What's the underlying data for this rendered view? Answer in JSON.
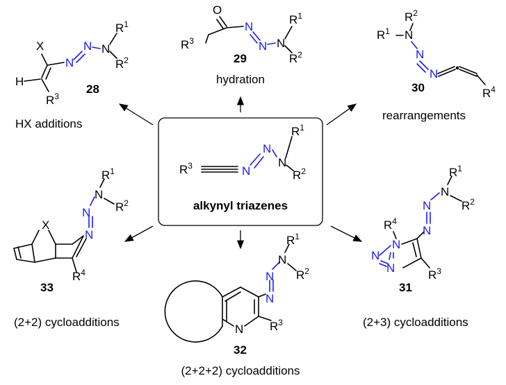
{
  "center": {
    "title": "alkynyl triazenes",
    "r1": "R",
    "r1_sup": "1",
    "r2": "R",
    "r2_sup": "2",
    "r3": "R",
    "r3_sup": "3"
  },
  "atoms": {
    "N": "N",
    "O": "O",
    "X": "X",
    "H": "H"
  },
  "c28": {
    "number": "28",
    "caption": "HX additions"
  },
  "c29": {
    "number": "29",
    "caption": "hydration"
  },
  "c30": {
    "number": "30",
    "caption": "rearrangements",
    "r4_sup": "4"
  },
  "c31": {
    "number": "31",
    "caption": "(2+3) cycloadditions",
    "r4_sup": "4"
  },
  "c32": {
    "number": "32",
    "caption": "(2+2+2) cycloadditions"
  },
  "c33": {
    "number": "33",
    "caption": "(2+2) cycloadditions",
    "r4_sup": "4"
  },
  "colors": {
    "nitrogen": "#1a1aff",
    "bond": "#000000"
  }
}
